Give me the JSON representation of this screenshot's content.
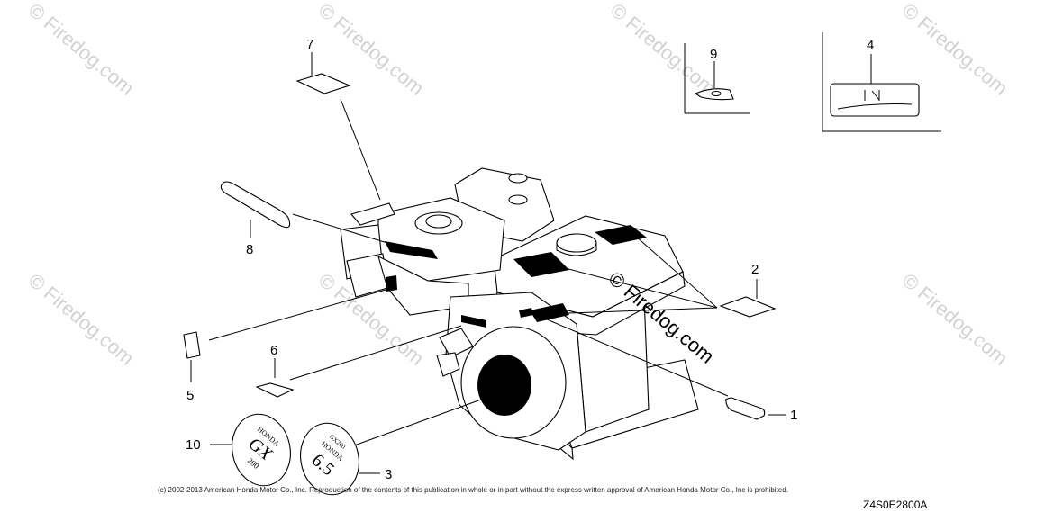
{
  "watermark_text": "Firedog.com",
  "copyright_text": "(c) 2002-2013 American Honda Motor Co., Inc. Reproduction of the contents of this publication in whole or in part without the express written approval of American Honda Motor Co., Inc is prohibited.",
  "diagram_code": "Z4S0E2800A",
  "callouts": {
    "c1": "1",
    "c2": "2",
    "c3": "3",
    "c4": "4",
    "c5": "5",
    "c6": "6",
    "c7": "7",
    "c8": "8",
    "c9": "9",
    "c10": "10"
  },
  "emblem_gx": {
    "brand": "HONDA",
    "model": "GX",
    "displacement": "200"
  },
  "emblem_hp": {
    "model": "GX200",
    "brand": "HONDA",
    "power": "6.5"
  }
}
